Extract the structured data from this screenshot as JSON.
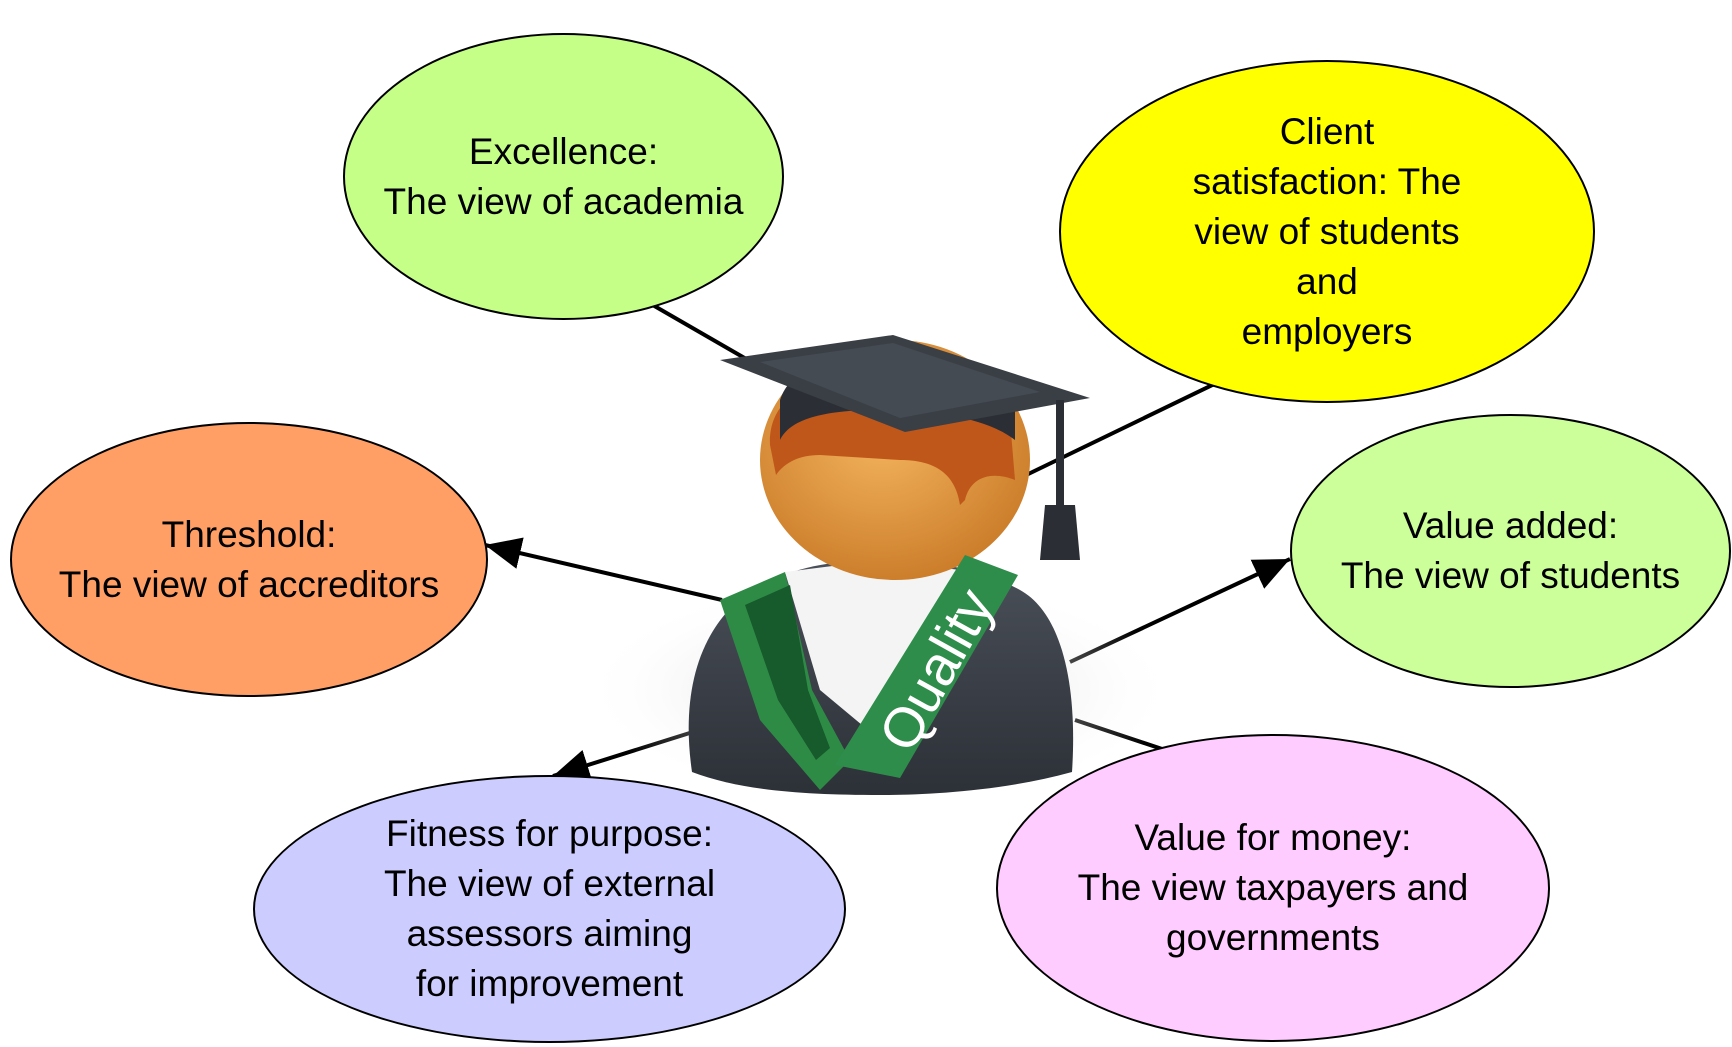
{
  "center": {
    "sash_text": "Quality",
    "colors": {
      "skin": "#e39a3f",
      "hair": "#c0571a",
      "cap": "#2b2f35",
      "robe": "#3b4149",
      "collar": "#f4f4f4",
      "stripe": "#2e8b46",
      "sash": "#2f8d4c",
      "sash_text": "#ffffff"
    }
  },
  "bubbles": [
    {
      "id": "excellence",
      "lines": [
        "Excellence:",
        "The view of academia"
      ],
      "fill": "#c6ff88"
    },
    {
      "id": "client",
      "lines": [
        "Client",
        "satisfaction: The",
        "view of students",
        "and",
        "employers"
      ],
      "fill": "#ffff00"
    },
    {
      "id": "threshold",
      "lines": [
        "Threshold:",
        "The view of accreditors"
      ],
      "fill": "#ff9f66"
    },
    {
      "id": "value-added",
      "lines": [
        "Value added:",
        "The view of students"
      ],
      "fill": "#ccff99"
    },
    {
      "id": "fitness",
      "lines": [
        "Fitness for purpose:",
        "The view of external",
        "assessors aiming",
        "for improvement"
      ],
      "fill": "#ccccff"
    },
    {
      "id": "money",
      "lines": [
        "Value for money:",
        "The view taxpayers and",
        "governments"
      ],
      "fill": "#ffccff"
    }
  ]
}
